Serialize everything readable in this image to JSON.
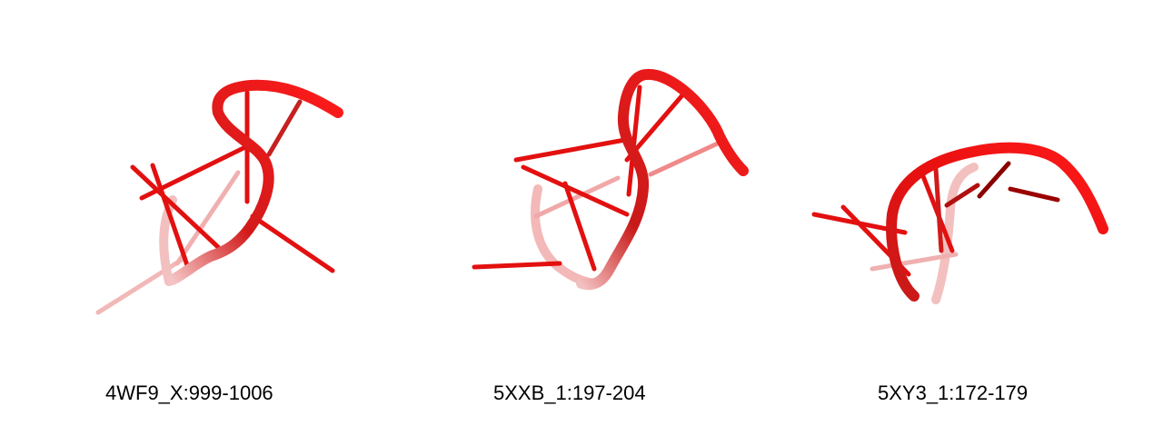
{
  "colors": {
    "backbone": "#e00000",
    "backbone_dark": "#8a0000",
    "base": "#e31010",
    "faded": "#f2a3a3"
  },
  "panels": [
    {
      "label": "4WF9_X:999-1006",
      "icon": "rna-cartoon"
    },
    {
      "label": "5XXB_1:197-204",
      "icon": "rna-cartoon"
    },
    {
      "label": "5XY3_1:172-179",
      "icon": "rna-cartoon"
    }
  ]
}
